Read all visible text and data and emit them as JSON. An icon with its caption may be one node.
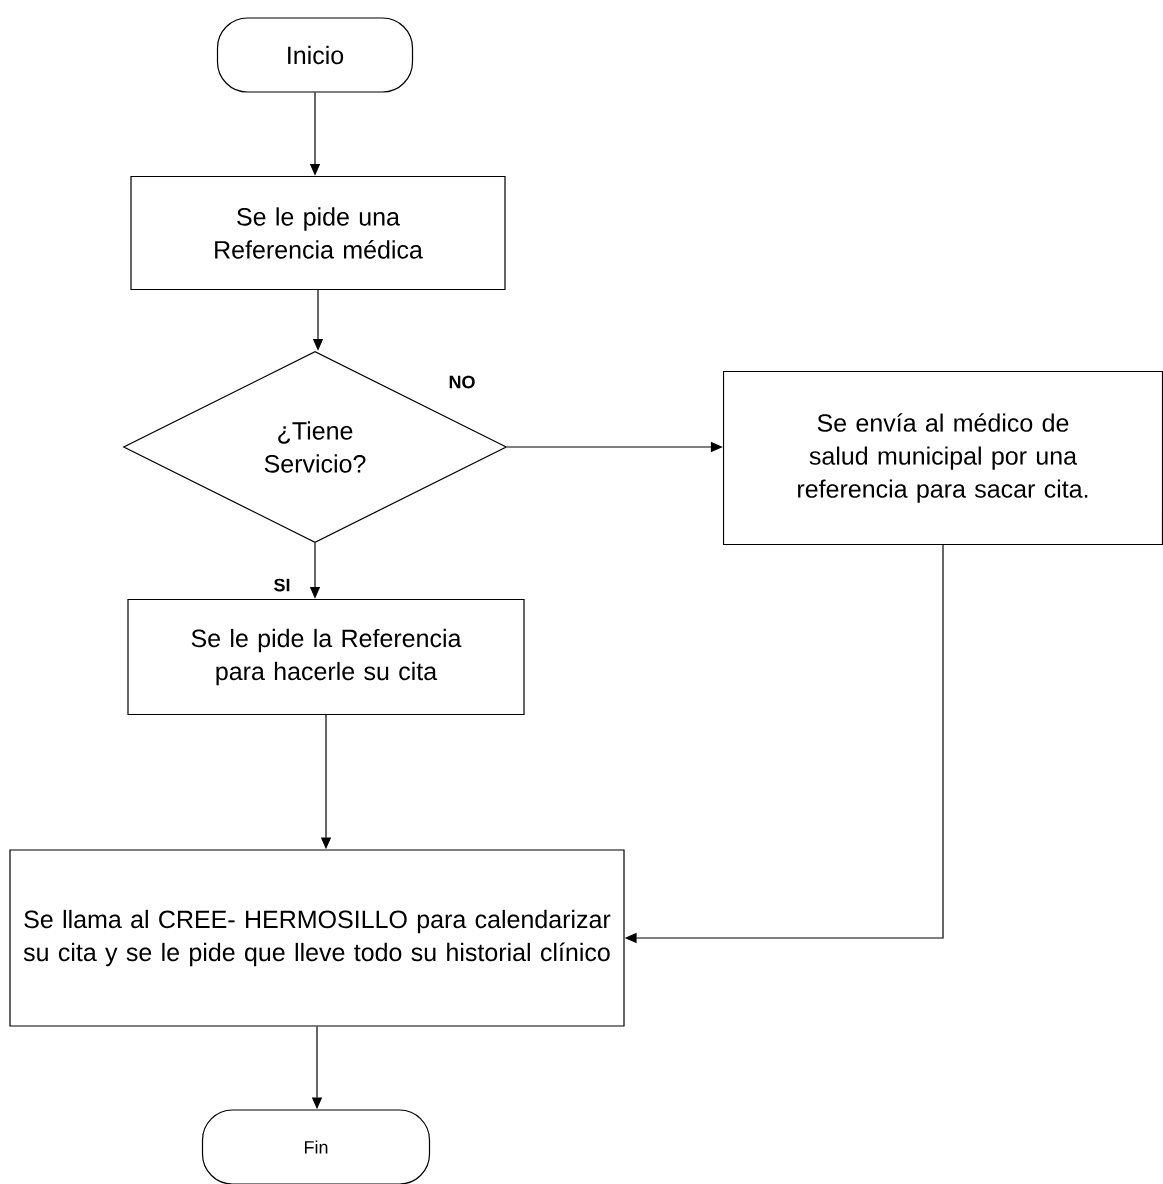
{
  "diagram": {
    "nodes": [
      {
        "text": [
          "Inicio"
        ]
      },
      {
        "text": [
          "Se le pide una Referencia médica"
        ]
      },
      {
        "text": [
          "¿Tiene Servicio?"
        ]
      },
      {
        "text": [
          "Se envía al médico de salud municipal por una referencia para sacar cita."
        ]
      },
      {
        "text": [
          "Se le pide la Referencia para hacerle su cita"
        ]
      },
      {
        "text": [
          "Se llama al CREE- HERMOSILLO para calendarizar su cita y se le pide que lleve todo su historial clínico"
        ]
      },
      {
        "text": [
          "Fin"
        ]
      }
    ],
    "edges": [
      {
        "from": 0,
        "to": 1,
        "arrow": "to"
      },
      {
        "from": 1,
        "to": 2,
        "arrow": "to"
      },
      {
        "from": 2,
        "to": 3,
        "arrow": "to",
        "label": "NO"
      },
      {
        "from": 2,
        "to": 4,
        "arrow": "to",
        "label": "SI"
      },
      {
        "from": 3,
        "to": 5,
        "arrow": "to"
      },
      {
        "from": 4,
        "to": 5,
        "arrow": "to"
      },
      {
        "from": 5,
        "to": 6,
        "arrow": "to"
      }
    ]
  }
}
